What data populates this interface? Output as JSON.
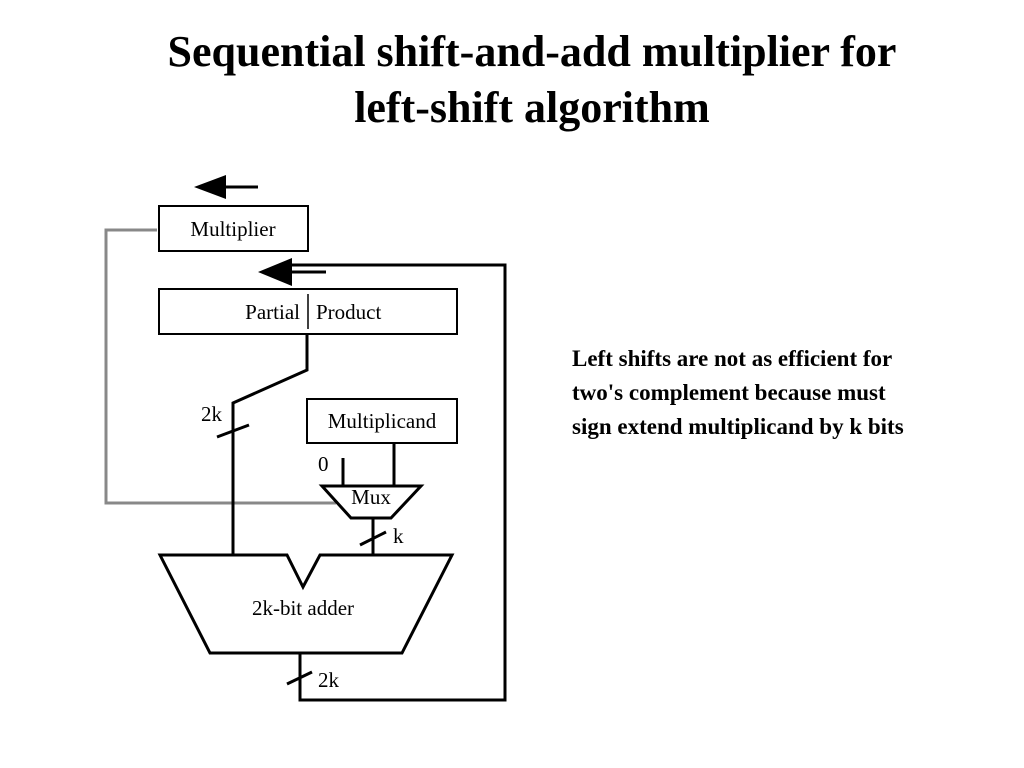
{
  "title": {
    "line1": "Sequential shift-and-add multiplier for",
    "line2": "left-shift algorithm"
  },
  "diagram": {
    "multiplier_label": "Multiplier",
    "partial_product_left": "Partial",
    "partial_product_right": "Product",
    "multiplicand_label": "Multiplicand",
    "mux_label": "Mux",
    "mux_zero_input": "0",
    "adder_label": "2k-bit adder",
    "width_pp_to_adder": "2k",
    "width_mux_to_adder": "k",
    "width_adder_out": "2k"
  },
  "note": {
    "line1": "Left shifts are not as efficient for",
    "line2": "two's complement because must",
    "line3": "sign extend multiplicand by k bits"
  }
}
